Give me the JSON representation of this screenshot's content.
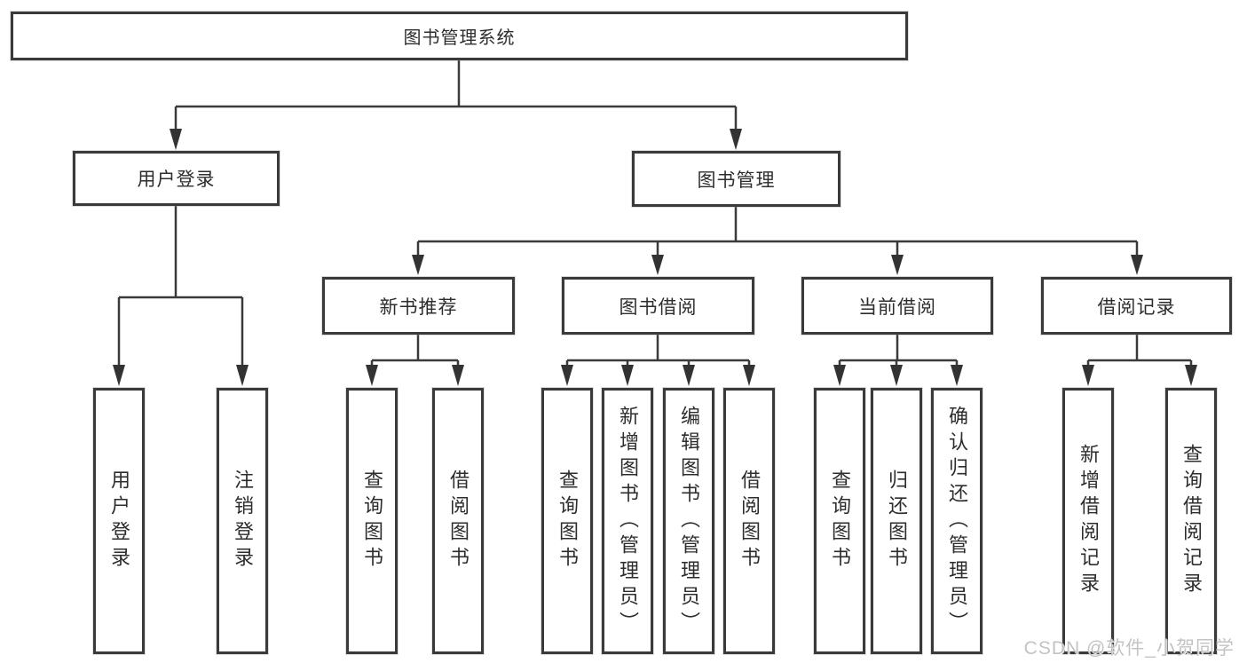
{
  "tree": {
    "label": "图书管理系统",
    "children": [
      {
        "label": "用户登录",
        "children": [
          {
            "label": "用户登录"
          },
          {
            "label": "注销登录"
          }
        ]
      },
      {
        "label": "图书管理",
        "children": [
          {
            "label": "新书推荐",
            "children": [
              {
                "label": "查询图书"
              },
              {
                "label": "借阅图书"
              }
            ]
          },
          {
            "label": "图书借阅",
            "children": [
              {
                "label": "查询图书"
              },
              {
                "label": "新增图书（管理员）"
              },
              {
                "label": "编辑图书（管理员）"
              },
              {
                "label": "借阅图书"
              }
            ]
          },
          {
            "label": "当前借阅",
            "children": [
              {
                "label": "查询图书"
              },
              {
                "label": "归还图书"
              },
              {
                "label": "确认归还（管理员）"
              }
            ]
          },
          {
            "label": "借阅记录",
            "children": [
              {
                "label": "新增借阅记录"
              },
              {
                "label": "查询借阅记录"
              }
            ]
          }
        ]
      }
    ]
  },
  "watermark": {
    "text": "CSDN @软件_小贺同学"
  },
  "colors": {
    "line": "#3a3a3a",
    "text": "#2d2d2d",
    "watermark": "#c3c3c3"
  }
}
